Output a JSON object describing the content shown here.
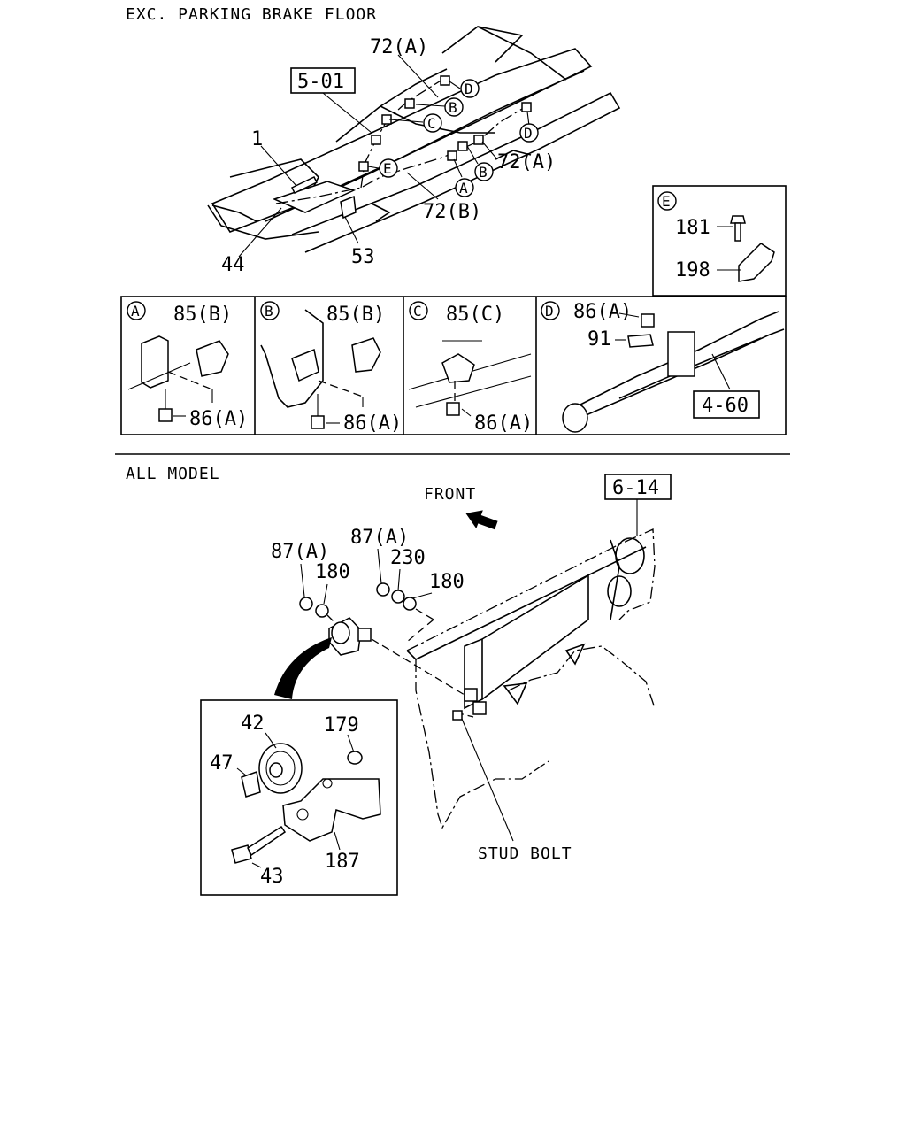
{
  "sections": {
    "top_title": "EXC. PARKING BRAKE FLOOR",
    "bottom_title": "ALL MODEL"
  },
  "top_labels": {
    "ref_5_01": "5-01",
    "p72a_top": "72(A)",
    "p72a_right": "72(A)",
    "p72b": "72(B)",
    "p1": "1",
    "p44": "44",
    "p53": "53",
    "letters": {
      "a": "A",
      "b": "B",
      "c": "C",
      "d": "D",
      "e": "E"
    }
  },
  "detail_e": {
    "letter": "E",
    "p181": "181",
    "p198": "198"
  },
  "detail_a": {
    "letter": "A",
    "p85": "85(B)",
    "p86": "86(A)"
  },
  "detail_b": {
    "letter": "B",
    "p85": "85(B)",
    "p86": "86(A)"
  },
  "detail_c": {
    "letter": "C",
    "p85": "85(C)",
    "p86": "86(A)"
  },
  "detail_d": {
    "letter": "D",
    "p86": "86(A)",
    "p91": "91",
    "ref_4_60": "4-60"
  },
  "bottom_labels": {
    "front": "FRONT",
    "ref_6_14": "6-14",
    "p87a_left": "87(A)",
    "p180_left": "180",
    "p87a_right": "87(A)",
    "p230": "230",
    "p180_right": "180",
    "p42": "42",
    "p179": "179",
    "p47": "47",
    "p43": "43",
    "p187": "187",
    "stud_bolt": "STUD BOLT"
  }
}
